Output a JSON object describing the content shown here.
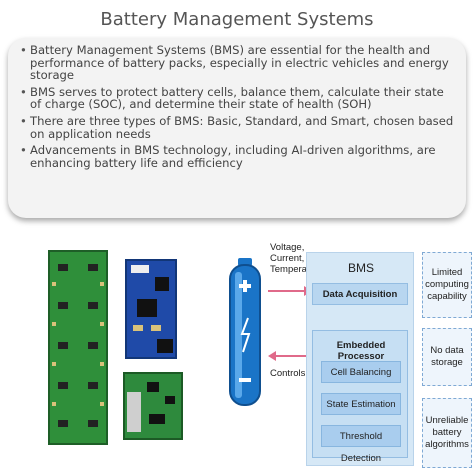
{
  "title": "Battery Management Systems",
  "bullets": [
    "Battery Management Systems (BMS) are essential for the health and performance of battery packs, especially in electric vehicles and energy storage",
    "BMS serves to protect battery cells, balance them, calculate their state of charge (SOC), and determine their state of health (SOH)",
    "There are three types of BMS: Basic, Standard, and Smart, chosen based on application needs",
    "Advancements in BMS technology, including AI-driven algorithms, are enhancing battery life and efficiency"
  ],
  "diagram": {
    "input_label": "Voltage,\nCurrent,\nTemperature",
    "output_label": "Controls",
    "bms_title": "BMS",
    "data_acquisition": "Data Acquisition",
    "embedded_processor": "Embedded Processor",
    "processor_items": [
      "Cell Balancing",
      "State Estimation",
      "Threshold Detection"
    ],
    "limitations": [
      "Limited computing capability",
      "No data storage",
      "Unreliable battery algorithms"
    ]
  },
  "colors": {
    "card_bg": "#f3f3f3",
    "bms_bg": "#d6e8f6",
    "battery_blue": "#1a74c7",
    "arrow_pink": "#e06a8a"
  }
}
